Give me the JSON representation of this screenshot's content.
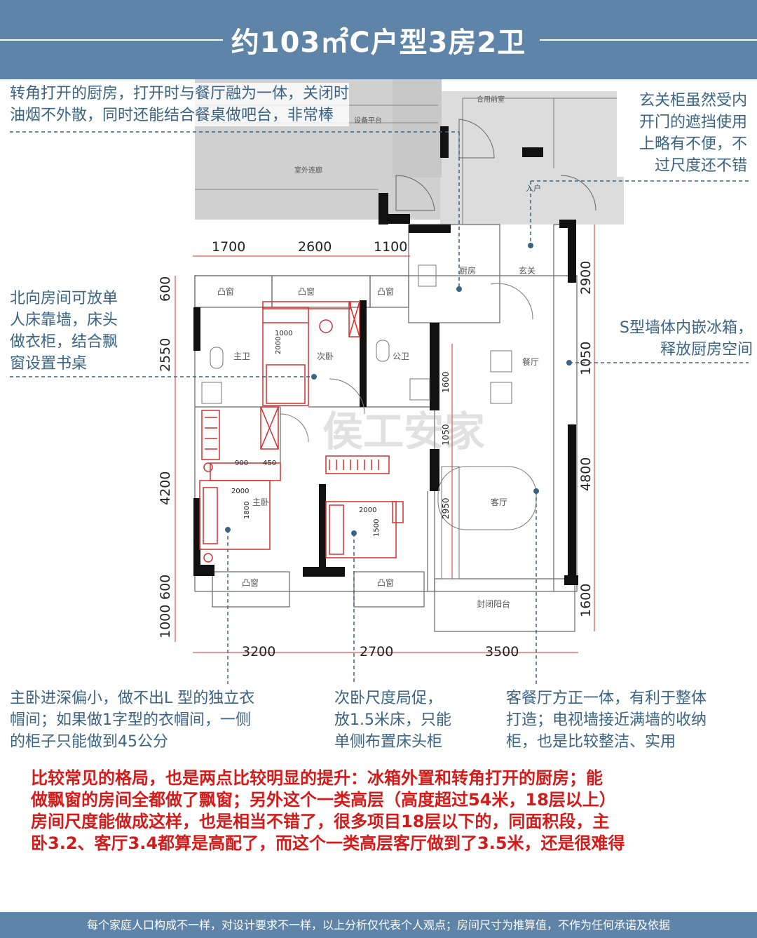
{
  "header": {
    "title": "约103㎡C户型3房2卫"
  },
  "notes": {
    "kitchen": [
      "转角打开的厨房，打开时与餐厅融为一体，关闭时",
      "油烟不外散，同时还能结合餐桌做吧台，非常棒"
    ],
    "foyer": [
      "玄关柜虽然受内",
      "开门的遮挡使用",
      "上略有不便，不",
      "过尺度还不错"
    ],
    "north_room": [
      "北向房间可放单",
      "人床靠墙，床头",
      "做衣柜，结合飘",
      "窗设置书桌"
    ],
    "fridge": [
      "S型墙体内嵌冰箱，",
      "释放厨房空间"
    ],
    "master": [
      "主卧进深偏小，做不出L 型的独立衣",
      "帽间；如果做1字型的衣帽间，一侧",
      "的柜子只能做到45公分"
    ],
    "second": [
      "次卧尺度局促，",
      "放1.5米床，只能",
      "单侧布置床头柜"
    ],
    "living": [
      "客餐厅方正一体，有利于整体",
      "打造；电视墙接近满墙的收纳",
      "柜，也是比较整洁、实用"
    ]
  },
  "summary": [
    "比较常见的格局，也是两点比较明显的提升：冰箱外置和转角打开的厨房；能",
    "做飘窗的房间全都做了飘窗；另外这个一类高层（高度超过54米，18层以上）",
    "房间尺度能做成这样，也是相当不错了，很多项目18层以下的，同面积段，主",
    "卧3.2、客厅3.4都算是高配了，而这个一类高层客厅做到了3.5米，还是很难得"
  ],
  "footer": "每个家庭人口构成不一样，对设计要求不一样，以上分析仅代表个人观点；房间尺寸为推算值，不作为任何承诺及依据",
  "watermark": "侯工安家",
  "plan": {
    "dims_top": [
      "1700",
      "2600",
      "1100"
    ],
    "dims_bottom": [
      "3200",
      "2700",
      "3500"
    ],
    "dims_left": [
      "600",
      "2550",
      "4200",
      "600",
      "1000"
    ],
    "dims_right": [
      "2900",
      "1050",
      "4800",
      "1600"
    ],
    "dims_inner": [
      "1600",
      "1050",
      "2950"
    ],
    "room_labels": {
      "bay1": "凸窗",
      "bay2": "凸窗",
      "bay3": "凸窗",
      "bay4": "凸窗",
      "bay5": "凸窗",
      "toilet_master": "主卫",
      "toilet_public": "公卫",
      "second_room": "次卧",
      "kitchen": "厨房",
      "foyer": "玄关",
      "dining": "餐厅",
      "living": "客厅",
      "master": "主卧",
      "balcony": "封闭阳台",
      "corridor": "室外连廊",
      "entry": "入户",
      "stair": "合用前室",
      "platform": "设备平台"
    },
    "furniture_dims": [
      "1000",
      "2000",
      "900",
      "450",
      "2000",
      "1800",
      "2000",
      "1500"
    ]
  },
  "colors": {
    "header_bg": "#5e84a8",
    "note_text": "#3a6384",
    "summary_text": "#d51a1a",
    "furniture": "#d03030",
    "wall": "#111111"
  }
}
